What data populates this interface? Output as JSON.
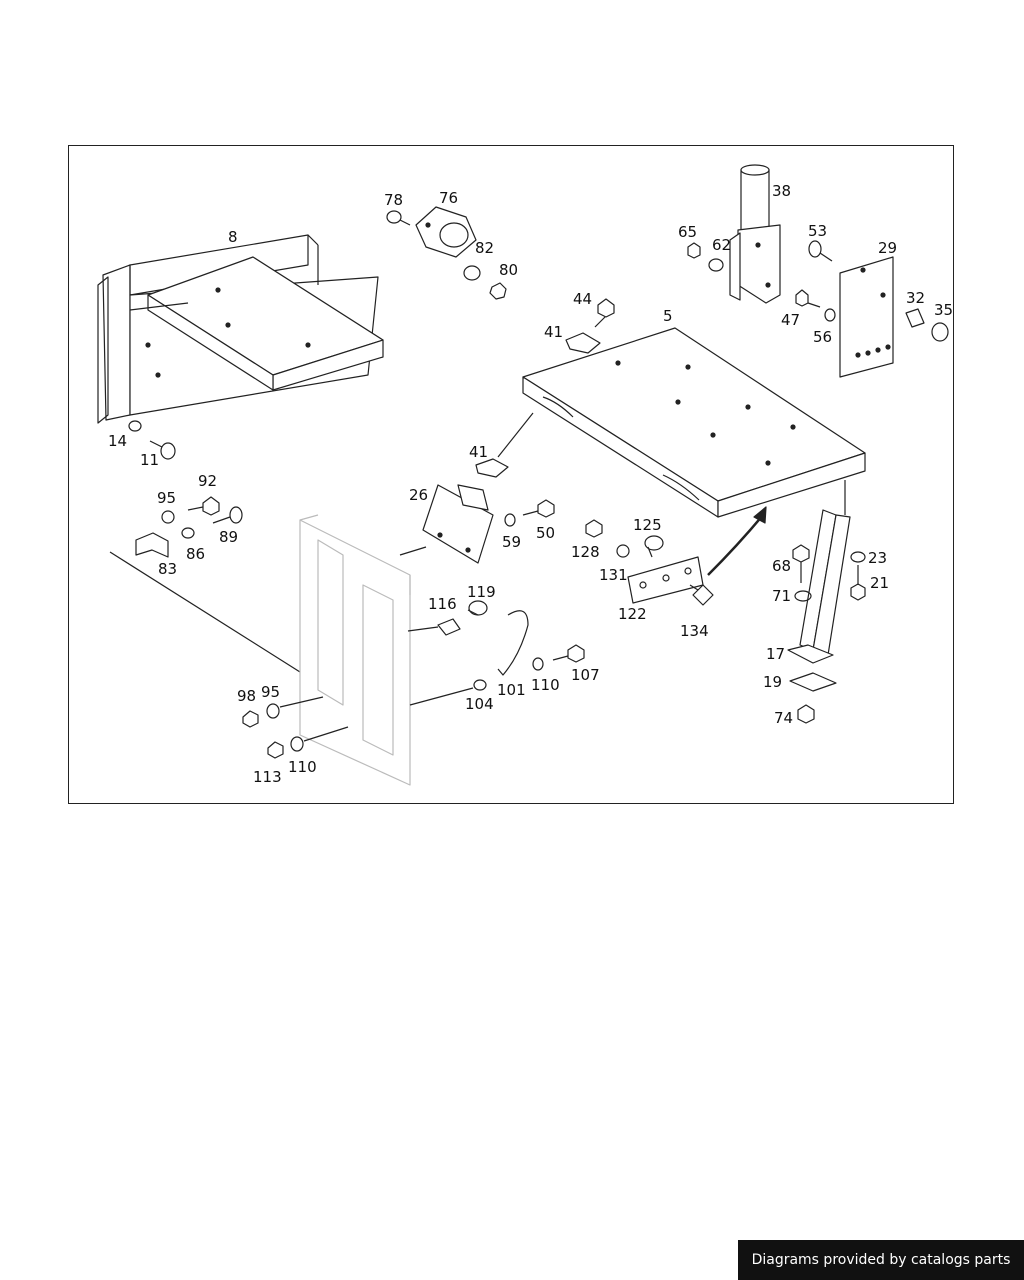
{
  "parts": [
    {
      "id": "p8",
      "number": "8"
    },
    {
      "id": "p78",
      "number": "78"
    },
    {
      "id": "p76",
      "number": "76"
    },
    {
      "id": "p82",
      "number": "82"
    },
    {
      "id": "p80",
      "number": "80"
    },
    {
      "id": "p38",
      "number": "38"
    },
    {
      "id": "p65",
      "number": "65"
    },
    {
      "id": "p62",
      "number": "62"
    },
    {
      "id": "p53",
      "number": "53"
    },
    {
      "id": "p29",
      "number": "29"
    },
    {
      "id": "p44",
      "number": "44"
    },
    {
      "id": "p5",
      "number": "5"
    },
    {
      "id": "p41a",
      "number": "41"
    },
    {
      "id": "p47",
      "number": "47"
    },
    {
      "id": "p32",
      "number": "32"
    },
    {
      "id": "p35",
      "number": "35"
    },
    {
      "id": "p56",
      "number": "56"
    },
    {
      "id": "p14",
      "number": "14"
    },
    {
      "id": "p11",
      "number": "11"
    },
    {
      "id": "p41b",
      "number": "41"
    },
    {
      "id": "p92",
      "number": "92"
    },
    {
      "id": "p95a",
      "number": "95"
    },
    {
      "id": "p26",
      "number": "26"
    },
    {
      "id": "p89",
      "number": "89"
    },
    {
      "id": "p86",
      "number": "86"
    },
    {
      "id": "p83",
      "number": "83"
    },
    {
      "id": "p59",
      "number": "59"
    },
    {
      "id": "p50",
      "number": "50"
    },
    {
      "id": "p125",
      "number": "125"
    },
    {
      "id": "p128",
      "number": "128"
    },
    {
      "id": "p131",
      "number": "131"
    },
    {
      "id": "p122",
      "number": "122"
    },
    {
      "id": "p134",
      "number": "134"
    },
    {
      "id": "p68",
      "number": "68"
    },
    {
      "id": "p23",
      "number": "23"
    },
    {
      "id": "p21",
      "number": "21"
    },
    {
      "id": "p71",
      "number": "71"
    },
    {
      "id": "p17",
      "number": "17"
    },
    {
      "id": "p19",
      "number": "19"
    },
    {
      "id": "p74",
      "number": "74"
    },
    {
      "id": "p119",
      "number": "119"
    },
    {
      "id": "p116",
      "number": "116"
    },
    {
      "id": "p101",
      "number": "101"
    },
    {
      "id": "p110a",
      "number": "110"
    },
    {
      "id": "p107",
      "number": "107"
    },
    {
      "id": "p104",
      "number": "104"
    },
    {
      "id": "p98",
      "number": "98"
    },
    {
      "id": "p95b",
      "number": "95"
    },
    {
      "id": "p113",
      "number": "113"
    },
    {
      "id": "p110b",
      "number": "110"
    }
  ],
  "footer": {
    "text": "Diagrams provided by catalogs parts"
  }
}
